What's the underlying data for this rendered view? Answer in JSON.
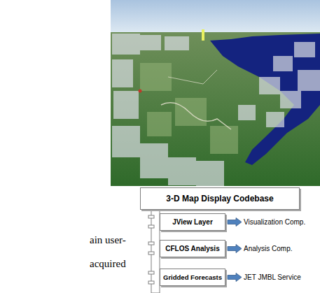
{
  "diagram": {
    "nodes": [
      {
        "text": [
          "3-D Map Display Codebase"
        ]
      },
      {
        "text": [
          "JView Layer"
        ]
      },
      {
        "text": [
          "CFLOS Analysis"
        ]
      },
      {
        "text": [
          "Gridded Forecasts"
        ]
      }
    ],
    "labels": [
      "Visualization Comp.",
      "Analysis Comp.",
      "JET JMBL Service",
      "ain user-",
      "acquired"
    ]
  }
}
